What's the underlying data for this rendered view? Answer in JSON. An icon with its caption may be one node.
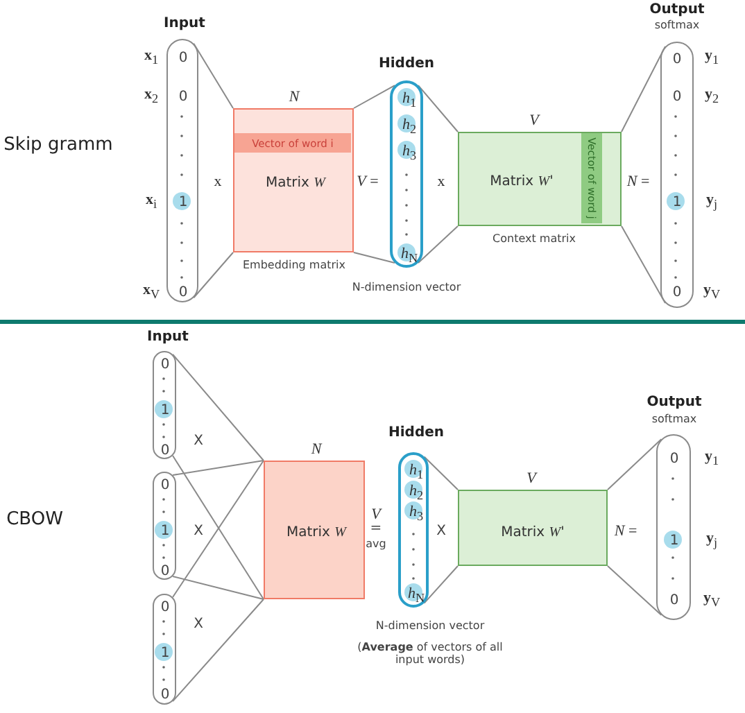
{
  "diagram": {
    "nodes": [
      {
        "text": [
          "Input",
          "0",
          "0",
          "1",
          "0"
        ],
        "beside": [
          "**x**$_{1}$",
          "**x**$_{2}$",
          "**x**$_{i}$",
          "**x**$_{V}$"
        ]
      },
      {
        "text": [
          "Vector of word i",
          "Matrix *W*"
        ],
        "beside": [
          "*N*",
          "Embedding matrix"
        ]
      },
      {
        "text": [
          "Hidden",
          "*h*$_{1}$",
          "*h*$_{2}$",
          "*h*$_{3}$",
          "*h*$_{N}$"
        ],
        "beside": [
          "N-dimension vector"
        ]
      },
      {
        "text": [
          "Matrix *W*'",
          "Vector of word j"
        ],
        "beside": [
          "*V*",
          "Context matrix"
        ]
      },
      {
        "text": [
          "Output",
          "softmax",
          "0",
          "0",
          "1",
          "0"
        ],
        "beside": [
          "**y**$_{1}$",
          "**y**$_{2}$",
          "**y**$_{j}$",
          "**y**$_{V}$"
        ]
      },
      {
        "text": [
          "Input",
          "0",
          "1",
          "0"
        ]
      },
      {
        "text": [
          "0",
          "1",
          "0"
        ]
      },
      {
        "text": [
          "0",
          "1",
          "0"
        ]
      },
      {
        "text": [
          "Matrix *W*"
        ],
        "beside": [
          "*N*"
        ]
      },
      {
        "text": [
          "Hidden",
          "*h*$_{1}$",
          "*h*$_{2}$",
          "*h*$_{3}$",
          "*h*$_{N}$"
        ],
        "beside": [
          "N-dimension vector",
          "(**Average** of vectors of all input words)"
        ]
      },
      {
        "text": [
          "Matrix *W*'"
        ],
        "beside": [
          "*V*"
        ]
      },
      {
        "text": [
          "Output",
          "softmax",
          "0",
          "1",
          "0"
        ],
        "beside": [
          "**y**$_{1}$",
          "**y**$_{j}$",
          "**y**$_{V}$"
        ]
      }
    ],
    "edges": [
      {
        "from": 0,
        "to": 1,
        "arrow": "none"
      },
      {
        "from": 0,
        "to": 1,
        "arrow": "none"
      },
      {
        "from": 1,
        "to": 2,
        "arrow": "none"
      },
      {
        "from": 1,
        "to": 2,
        "arrow": "none"
      },
      {
        "from": 2,
        "to": 3,
        "arrow": "none"
      },
      {
        "from": 2,
        "to": 3,
        "arrow": "none"
      },
      {
        "from": 3,
        "to": 4,
        "arrow": "none"
      },
      {
        "from": 3,
        "to": 4,
        "arrow": "none"
      },
      {
        "from": 5,
        "to": 8,
        "arrow": "none"
      },
      {
        "from": 5,
        "to": 8,
        "arrow": "none"
      },
      {
        "from": 6,
        "to": 8,
        "arrow": "none"
      },
      {
        "from": 6,
        "to": 8,
        "arrow": "none"
      },
      {
        "from": 7,
        "to": 8,
        "arrow": "none"
      },
      {
        "from": 7,
        "to": 8,
        "arrow": "none"
      },
      {
        "from": 9,
        "to": 10,
        "arrow": "none"
      },
      {
        "from": 9,
        "to": 10,
        "arrow": "none"
      },
      {
        "from": 10,
        "to": 11,
        "arrow": "none"
      },
      {
        "from": 10,
        "to": 11,
        "arrow": "none"
      }
    ],
    "labels": [
      "Skip gramm",
      "x",
      "*V* =",
      "x",
      "*N* =",
      "CBOW",
      "X",
      "X",
      "X",
      "*V*",
      "=",
      "avg",
      "X",
      "*N* ="
    ]
  }
}
